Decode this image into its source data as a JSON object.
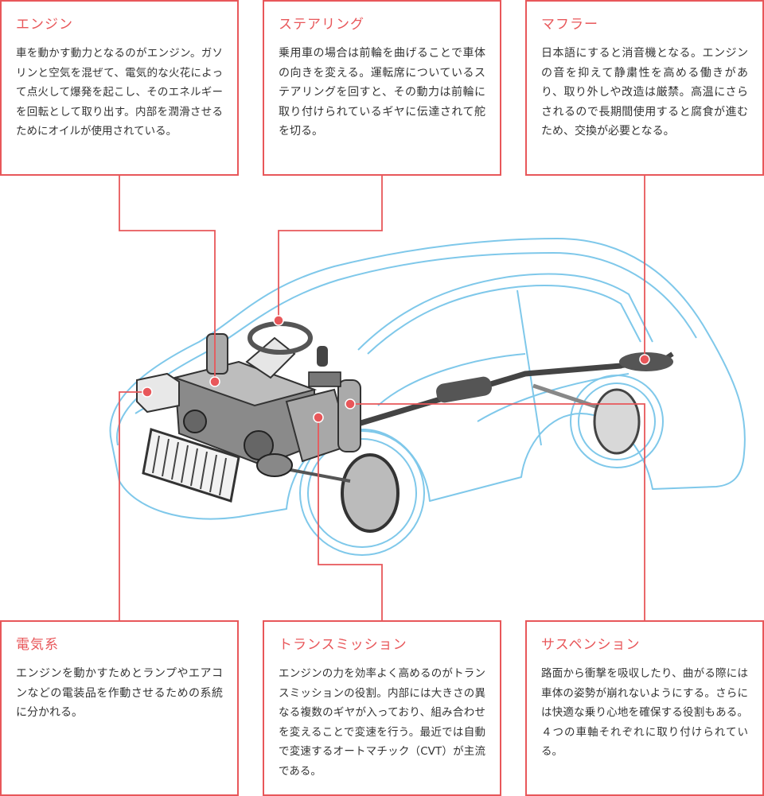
{
  "boxes": {
    "engine": {
      "title": "エンジン",
      "text": "車を動かす動力となるのがエンジン。ガソリンと空気を混ぜて、電気的な火花によって点火して爆発を起こし、そのエネルギーを回転として取り出す。内部を潤滑させるためにオイルが使用されている。"
    },
    "steering": {
      "title": "ステアリング",
      "text": "乗用車の場合は前輪を曲げることで車体の向きを変える。運転席についているステアリングを回すと、その動力は前輪に取り付けられているギヤに伝達されて舵を切る。"
    },
    "muffler": {
      "title": "マフラー",
      "text": "日本語にすると消音機となる。エンジンの音を抑えて静粛性を高める働きがあり、取り外しや改造は厳禁。高温にさらされるので長期間使用すると腐食が進むため、交換が必要となる。"
    },
    "electrical": {
      "title": "電気系",
      "text": "エンジンを動かすためとランプやエアコンなどの電装品を作動させるための系統に分かれる。"
    },
    "transmission": {
      "title": "トランスミッション",
      "text": "エンジンの力を効率よく高めるのがトランスミッションの役割。内部には大きさの異なる複数のギヤが入っており、組み合わせを変えることで変速を行う。最近では自動で変速するオートマチック（CVT）が主流である。"
    },
    "suspension": {
      "title": "サスペンション",
      "text": "路面から衝撃を吸収したり、曲がる際には車体の姿勢が崩れないようにする。さらには快適な乗り心地を確保する役割もある。４つの車軸それぞれに取り付けられている。"
    }
  },
  "colors": {
    "accent": "#e8575a",
    "body_outline": "#7fc8ea",
    "parts": "#555555"
  }
}
